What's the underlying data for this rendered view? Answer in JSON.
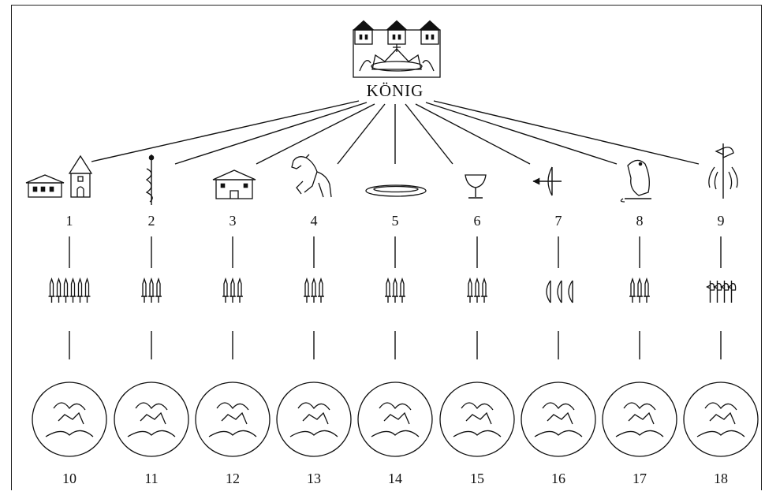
{
  "king": {
    "label": "KÖNIG",
    "icon": "crown-castle-icon"
  },
  "offices": [
    {
      "number": "1",
      "icons": [
        "house-icon",
        "church-icon"
      ],
      "weapon_icon": "swords-icon"
    },
    {
      "number": "2",
      "icons": [
        "staff-serpent-icon"
      ],
      "weapon_icon": "swords-icon"
    },
    {
      "number": "3",
      "icons": [
        "building-icon"
      ],
      "weapon_icon": "swords-icon"
    },
    {
      "number": "4",
      "icons": [
        "horse-icon"
      ],
      "weapon_icon": "swords-icon"
    },
    {
      "number": "5",
      "icons": [
        "plate-icon"
      ],
      "weapon_icon": "swords-icon"
    },
    {
      "number": "6",
      "icons": [
        "goblet-icon"
      ],
      "weapon_icon": "swords-icon"
    },
    {
      "number": "7",
      "icons": [
        "bow-arrow-icon"
      ],
      "weapon_icon": "bows-icon"
    },
    {
      "number": "8",
      "icons": [
        "falcon-icon"
      ],
      "weapon_icon": "swords-icon"
    },
    {
      "number": "9",
      "icons": [
        "halberd-icon"
      ],
      "weapon_icon": "halberds-icon"
    }
  ],
  "medallions": [
    {
      "number": "10",
      "icon": "ploughing-oxen-icon"
    },
    {
      "number": "11",
      "icon": "seal-pendant-icon"
    },
    {
      "number": "12",
      "icon": "sacks-crates-icon"
    },
    {
      "number": "13",
      "icon": "stable-herd-icon"
    },
    {
      "number": "14",
      "icon": "coins-kitchen-icon"
    },
    {
      "number": "15",
      "icon": "vineyard-icon"
    },
    {
      "number": "16",
      "icon": "hunting-stag-icon"
    },
    {
      "number": "17",
      "icon": "falconer-rider-icon"
    },
    {
      "number": "18",
      "icon": "knight-guards-icon"
    }
  ]
}
